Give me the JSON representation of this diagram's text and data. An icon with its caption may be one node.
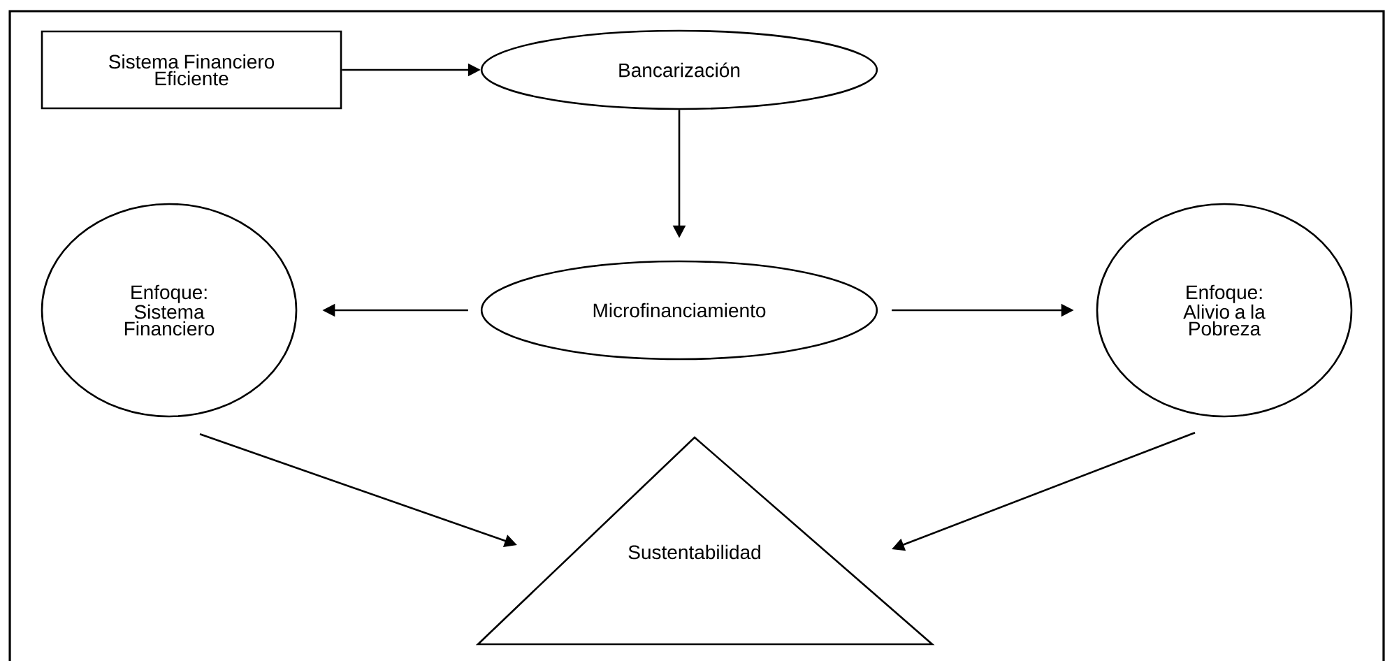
{
  "diagram": {
    "nodes": [
      {
        "text": [
          "Sistema Financiero Eficiente"
        ]
      },
      {
        "text": [
          "Bancarización"
        ]
      },
      {
        "text": [
          "Microfinanciamiento"
        ]
      },
      {
        "text": [
          "Enfoque: Sistema Financiero"
        ]
      },
      {
        "text": [
          "Enfoque: Alivio a la Pobreza"
        ]
      },
      {
        "text": [
          "Sustentabilidad"
        ]
      }
    ],
    "edges": [
      {
        "from": 0,
        "to": 1,
        "arrow": "to"
      },
      {
        "from": 1,
        "to": 2,
        "arrow": "to"
      },
      {
        "from": 2,
        "to": 3,
        "arrow": "to"
      },
      {
        "from": 2,
        "to": 4,
        "arrow": "to"
      },
      {
        "from": 3,
        "to": 5,
        "arrow": "to"
      },
      {
        "from": 4,
        "to": 5,
        "arrow": "to"
      }
    ]
  }
}
